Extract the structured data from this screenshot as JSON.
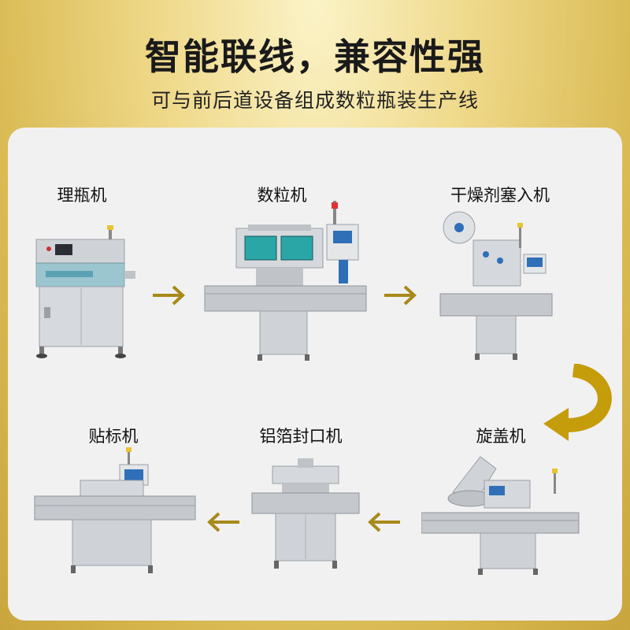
{
  "header": {
    "title": "智能联线，兼容性强",
    "subtitle": "可与前后道设备组成数粒瓶装生产线"
  },
  "colors": {
    "gold_bg": "#d8b850",
    "arrow_gold": "#a88a1a",
    "steel": "#c9cdd2",
    "screen_teal": "#2aa6a6"
  },
  "machines": [
    {
      "id": "bottle-unscrambler",
      "label": "理瓶机"
    },
    {
      "id": "tablet-counter",
      "label": "数粒机"
    },
    {
      "id": "desiccant-inserter",
      "label": "干燥剂塞入机"
    },
    {
      "id": "capper",
      "label": "旋盖机"
    },
    {
      "id": "foil-sealer",
      "label": "铝箔封口机"
    },
    {
      "id": "labeler",
      "label": "贴标机"
    }
  ]
}
